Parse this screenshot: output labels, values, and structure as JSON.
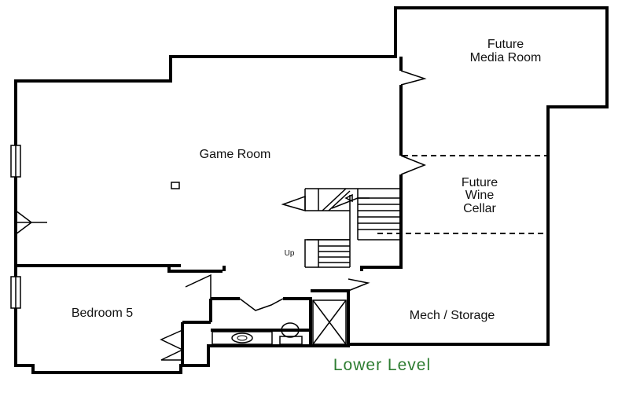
{
  "title": "Lower Level",
  "title_color": "#2e7d32",
  "rooms": {
    "media_room": [
      "Future",
      "Media Room"
    ],
    "game_room": "Game Room",
    "wine_cellar": [
      "Future",
      "Wine",
      "Cellar"
    ],
    "bedroom": "Bedroom 5",
    "mech_storage": "Mech / Storage"
  },
  "stairs_label": "Up"
}
